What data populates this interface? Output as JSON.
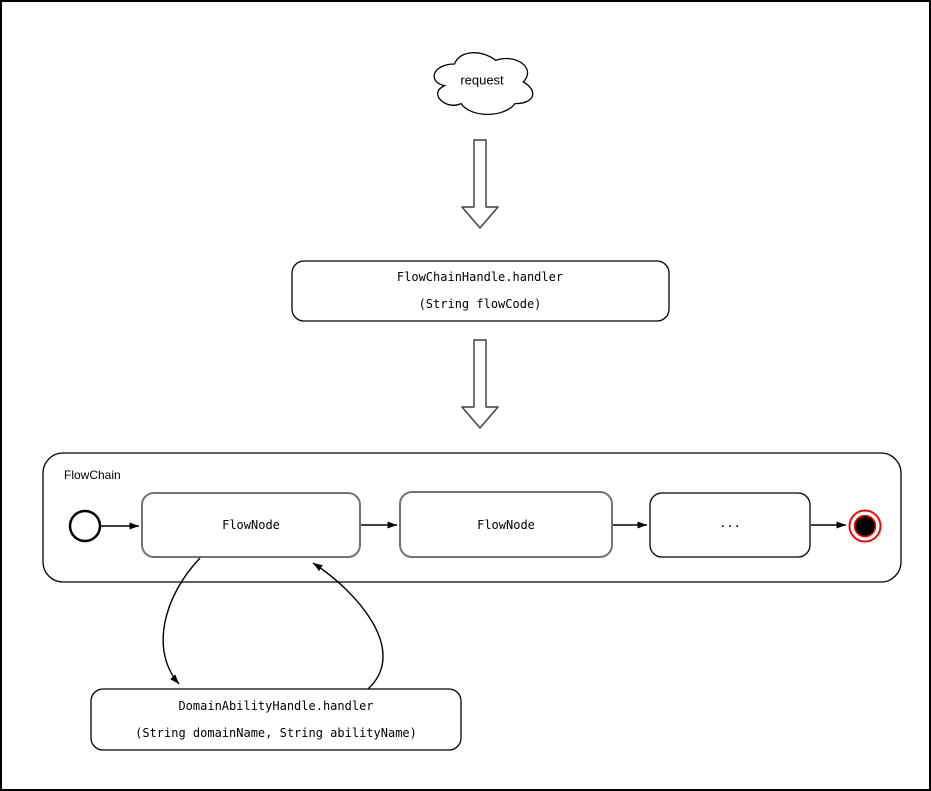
{
  "diagram": {
    "cloud_label": "request",
    "flow_chain_handle_box": {
      "line1": "FlowChainHandle.handler",
      "line2": "(String flowCode)"
    },
    "flow_chain_container": {
      "label": "FlowChain",
      "nodes": [
        {
          "label": "FlowNode"
        },
        {
          "label": "FlowNode"
        },
        {
          "label": "..."
        }
      ]
    },
    "domain_ability_handle_box": {
      "line1": "DomainAbilityHandle.handler",
      "line2": "(String domainName, String abilityName)"
    },
    "colors": {
      "line": "#000000",
      "node_border": "#737373",
      "end_state_ring": "#ff0000",
      "shape_fill": "#ffffff",
      "canvas_border": "#000000"
    }
  }
}
